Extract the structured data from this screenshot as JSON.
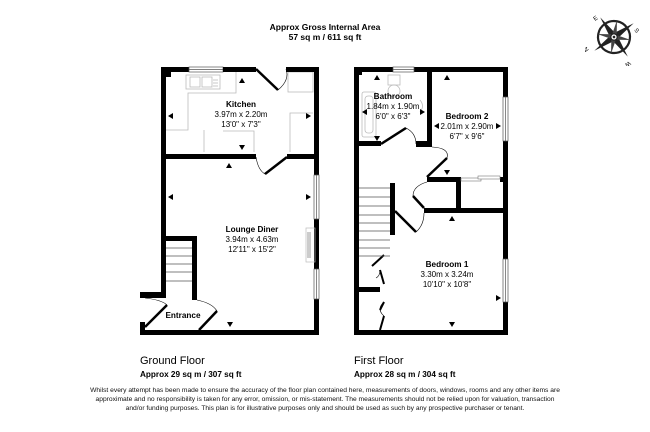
{
  "header": {
    "title": "Approx Gross Internal Area",
    "total_area": "57 sq m / 611 sq ft"
  },
  "compass": {
    "icon": "compass-rose-icon",
    "labels": [
      "E",
      "S",
      "W",
      "N"
    ]
  },
  "ground_floor": {
    "name": "Ground Floor",
    "area": "Approx 29 sq m / 307 sq ft",
    "rooms": [
      {
        "name": "Kitchen",
        "metric": "3.97m x 2.20m",
        "imperial": "13'0\" x 7'3\""
      },
      {
        "name": "Lounge Diner",
        "metric": "3.94m x 4.63m",
        "imperial": "12'11\" x 15'2\""
      },
      {
        "name": "Entrance"
      }
    ]
  },
  "first_floor": {
    "name": "First Floor",
    "area": "Approx 28 sq m / 304 sq ft",
    "rooms": [
      {
        "name": "Bathroom",
        "metric": "1.84m x 1.90m",
        "imperial": "6'0\" x 6'3\""
      },
      {
        "name": "Bedroom 2",
        "metric": "2.01m x 2.90m",
        "imperial": "6'7\" x 9'6\""
      },
      {
        "name": "Bedroom 1",
        "metric": "3.30m x 3.24m",
        "imperial": "10'10\" x 10'8\""
      }
    ]
  },
  "disclaimer": "Whilst every attempt has been made to ensure the accuracy of the floor plan contained here, measurements of doors, windows, rooms and any other items are approximate and no responsibility is taken for any error, omission, or mis-statement. The measurements should not be relied upon for valuation, transaction and/or funding purposes. This plan is for illustrative purposes only and should be used as such by any prospective purchaser or tenant."
}
